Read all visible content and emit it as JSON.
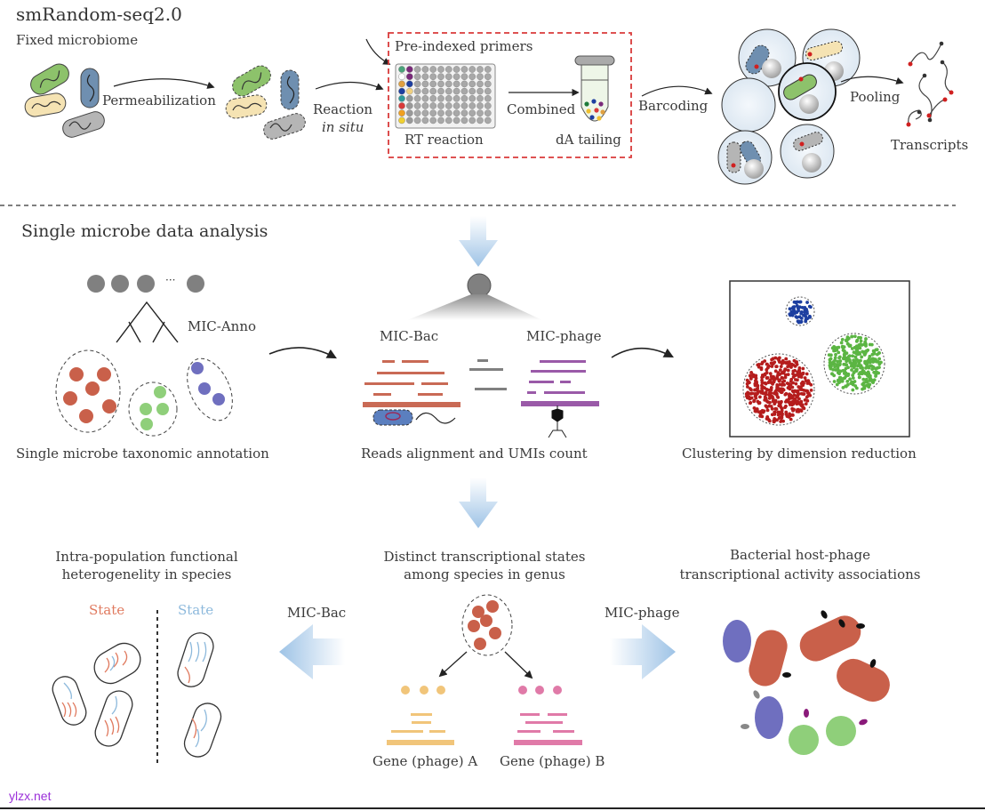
{
  "figure": {
    "title": "smRandom-seq2.0",
    "watermark": "ylzx.net",
    "colors": {
      "red_dashed_box": "#d93a3a",
      "bacteria_green": "#8dc26b",
      "bacteria_blue": "#6f8fb0",
      "bacteria_yellow": "#f5e3b3",
      "bacteria_gray": "#b5b5b5",
      "mic_bac_reads": "#c96a55",
      "mic_phage_reads": "#9a5aa8",
      "cluster_red": "#b51d1d",
      "cluster_green": "#5bb543",
      "cluster_blue": "#1d3fa0",
      "anno_red": "#c9604a",
      "anno_green": "#8fcf7a",
      "anno_blue": "#6f6fbf",
      "gene_a": "#f1c57a",
      "gene_b": "#e07aa8",
      "arrow_blue": "#9ec3e6",
      "state_red": "#e07a5f",
      "state_blue": "#8db9dc",
      "watermark": "#9b30d9"
    }
  },
  "top": {
    "fixed_microbiome": "Fixed microbiome",
    "permeabilization": "Permeabilization",
    "reaction": "Reaction",
    "in_situ": "in situ",
    "pre_indexed_primers": "Pre-indexed primers",
    "rt_reaction": "RT reaction",
    "combined": "Combined",
    "da_tailing": "dA tailing",
    "barcoding": "Barcoding",
    "pooling": "Pooling",
    "transcripts": "Transcripts"
  },
  "analysis": {
    "section_title": "Single microbe data analysis",
    "mic_anno": "MIC-Anno",
    "taxonomic_annotation": "Single microbe taxonomic annotation",
    "mic_bac": "MIC-Bac",
    "mic_phage": "MIC-phage",
    "reads_alignment": "Reads alignment and UMIs count",
    "clustering": "Clustering by dimension reduction",
    "dots_ellipsis": "···"
  },
  "bottom": {
    "left_title_1": "Intra-population functional",
    "left_title_2": "heterogenelity in species",
    "state_left": "State",
    "state_right": "State",
    "mic_bac_arrow": "MIC-Bac",
    "center_title_1": "Distinct transcriptional states",
    "center_title_2": "among species in genus",
    "gene_a": "Gene (phage) A",
    "gene_b": "Gene (phage) B",
    "mic_phage_arrow": "MIC-phage",
    "right_title_1": "Bacterial host-phage",
    "right_title_2": "transcriptional activity associations"
  }
}
